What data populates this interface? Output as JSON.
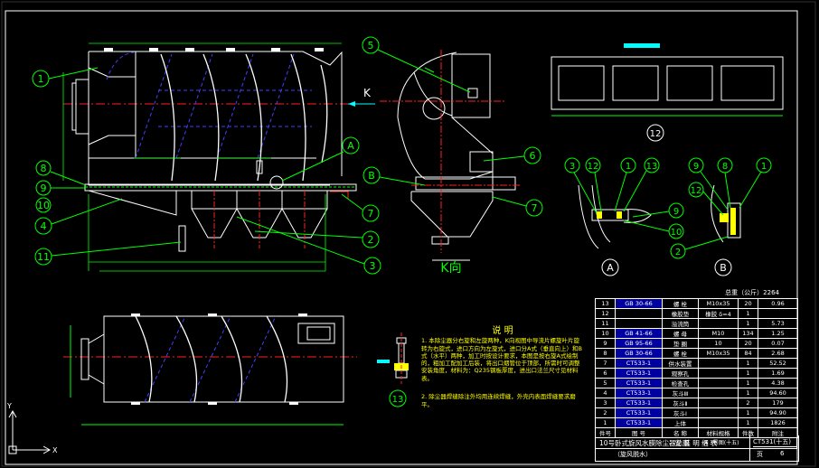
{
  "drawing": {
    "view_k_label": "K向",
    "arrow_k_label": "K",
    "detail_a": "A",
    "detail_b": "B",
    "callouts_left": [
      "1",
      "8",
      "9",
      "10",
      "4",
      "11"
    ],
    "callouts_right_of_main": [
      "A",
      "7",
      "2",
      "3"
    ],
    "callouts_k_view": [
      "5",
      "B",
      "6",
      "7"
    ],
    "detail_labels": [
      "3",
      "12",
      "1",
      "13",
      "9",
      "10",
      "9",
      "8",
      "1",
      "12",
      "2"
    ],
    "part12_label": "12",
    "part13_label": "13"
  },
  "notes": {
    "title": "说  明",
    "line1": "1. 本除尘器分右旋和左旋两种，K向视图中导流片螺旋叶片旋转为右旋式，进口方向为左旋式，进口分A式（垂直向上）和B式（水平）两种，加工时按设计要求，本图是按右旋A式绘制的，粗加工配加工后装，将出口烟管位于顶部，所需时可调整安装角度，材料为：Q235钢板厚度，进出口法兰尺寸见材料表。",
    "line2": "2. 除尘器焊缝除注外均用连续焊缝，外壳内表面焊缝要求磨平。"
  },
  "bom": {
    "total_weight_label": "总重（公斤）2264",
    "rows": [
      {
        "no": "13",
        "code": "GB 30-66",
        "name": "螺  栓",
        "spec": "M10x35",
        "qty": "20",
        "weight": "0.96"
      },
      {
        "no": "12",
        "code": "",
        "name": "橡胶垫",
        "spec": "橡胶 δ=4",
        "qty": "1",
        "weight": ""
      },
      {
        "no": "11",
        "code": "",
        "name": "溢流筒",
        "spec": "",
        "qty": "1",
        "weight": "5.73"
      },
      {
        "no": "10",
        "code": "GB 41-66",
        "name": "螺  母",
        "spec": "M10",
        "qty": "134",
        "weight": "1.25"
      },
      {
        "no": "9",
        "code": "GB 95-66",
        "name": "垫  圈",
        "spec": "10",
        "qty": "20",
        "weight": "0.07"
      },
      {
        "no": "8",
        "code": "GB 30-66",
        "name": "螺  栓",
        "spec": "M10x35",
        "qty": "84",
        "weight": "2.68"
      },
      {
        "no": "7",
        "code": "CT533-1",
        "name": "供水装置",
        "spec": "",
        "qty": "1",
        "weight": "52.52"
      },
      {
        "no": "6",
        "code": "CT533-1",
        "name": "观察孔",
        "spec": "",
        "qty": "1",
        "weight": "1.69"
      },
      {
        "no": "5",
        "code": "CT533-1",
        "name": "检查孔",
        "spec": "",
        "qty": "1",
        "weight": "4.38"
      },
      {
        "no": "4",
        "code": "CT533-1",
        "name": "灰斗Ⅲ",
        "spec": "",
        "qty": "1",
        "weight": "94.60"
      },
      {
        "no": "3",
        "code": "CT533-1",
        "name": "灰斗Ⅱ",
        "spec": "",
        "qty": "2",
        "weight": "179"
      },
      {
        "no": "2",
        "code": "CT533-1",
        "name": "灰斗Ⅰ",
        "spec": "",
        "qty": "1",
        "weight": "94.90"
      },
      {
        "no": "1",
        "code": "CT533-1",
        "name": "上体",
        "spec": "",
        "qty": "1",
        "weight": "1826"
      }
    ],
    "header": {
      "no": "件号",
      "code": "图 号",
      "name": "名  称",
      "spec": "材料规格",
      "qty": "件数",
      "weight": "附注"
    },
    "table_title": "安 装 明 细 表"
  },
  "title_block": {
    "name": "10号卧式旋风水膜除尘器总图",
    "sub": "（旋风脱水）",
    "code": "CT531(十五)",
    "tag": "A 3号图(十五)",
    "page_label": "页",
    "page_no": "6"
  },
  "colors": {
    "background": "#000000",
    "line_white": "#ffffff",
    "line_green": "#00ff00",
    "line_cyan": "#00ffff",
    "line_blue": "#4040ff",
    "line_red": "#ff2020",
    "line_yellow": "#ffff00",
    "line_magenta": "#ff00ff"
  }
}
